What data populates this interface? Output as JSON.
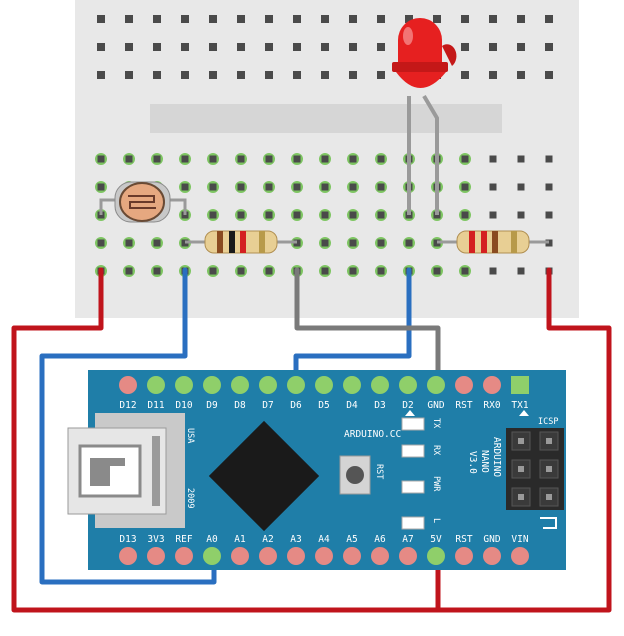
{
  "colors": {
    "breadboard": "#e8e8e8",
    "breadboard_channel": "#d6d6d6",
    "hole": "#4a4a4a",
    "hole_active": "#6bbf4a",
    "board": "#1f7ea8",
    "chip": "#1a1a1a",
    "wire_red": "#c0141c",
    "wire_blue": "#2a6fc0",
    "wire_gray": "#8a8a8a",
    "led": "#e62020",
    "pin_red": "#e58a85",
    "pin_green": "#8fcf6a"
  },
  "board": {
    "top_pins": [
      "D12",
      "D11",
      "D10",
      "D9",
      "D8",
      "D7",
      "D6",
      "D5",
      "D4",
      "D3",
      "D2",
      "GND",
      "RST",
      "RX0",
      "TX1"
    ],
    "bottom_pins": [
      "D13",
      "3V3",
      "REF",
      "A0",
      "A1",
      "A2",
      "A3",
      "A4",
      "A5",
      "A6",
      "A7",
      "5V",
      "RST",
      "GND",
      "VIN"
    ],
    "brand": "ARDUINO.CC",
    "model_line1": "ARDUINO",
    "model_line2": "NANO",
    "model_line3": "V3.0",
    "icsp": "ICSP",
    "usa": "USA",
    "year": "2009",
    "rst_button": "RST",
    "led_tx": "TX",
    "led_rx": "RX",
    "led_pwr": "PWR",
    "led_l": "L"
  },
  "icons": {
    "usb": "usb-connector-icon",
    "chip": "microcontroller-chip-icon",
    "ldr": "photoresistor-icon",
    "led": "red-led-icon",
    "resistor": "resistor-icon"
  }
}
